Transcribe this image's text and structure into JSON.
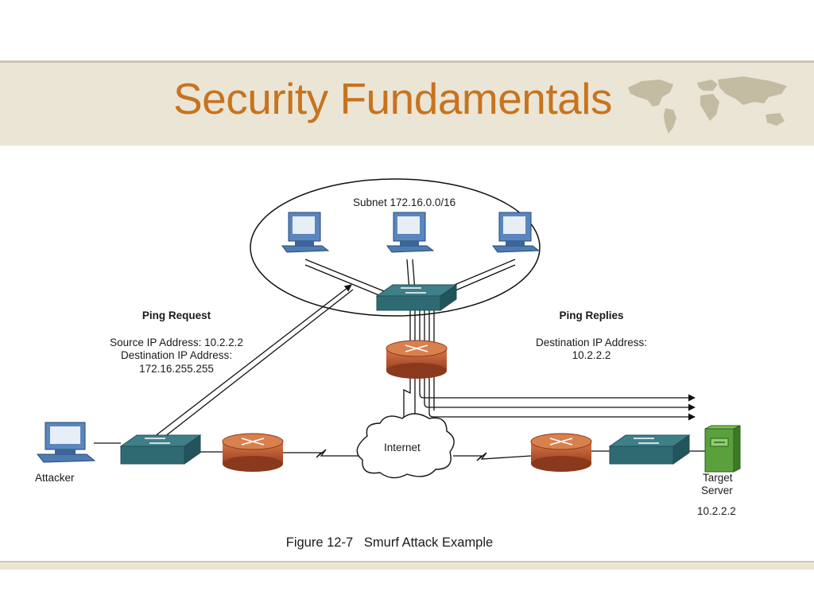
{
  "slide": {
    "title": "Security Fundamentals",
    "accent_color": "#c8731e",
    "band_color": "#ebe5d6"
  },
  "diagram": {
    "subnet_label": "Subnet 172.16.0.0/16",
    "ping_request": {
      "heading": "Ping Request",
      "line1": "Source IP Address: 10.2.2.2",
      "line2": "Destination IP Address:",
      "line3": "172.16.255.255"
    },
    "ping_replies": {
      "heading": "Ping Replies",
      "line1": "Destination IP Address:",
      "line2": "10.2.2.2"
    },
    "attacker_label": "Attacker",
    "internet_label": "Internet",
    "target": {
      "line1": "Target",
      "line2": "Server",
      "ip": "10.2.2.2"
    },
    "caption": "Figure 12-7   Smurf Attack Example",
    "icons": [
      "pc-icon",
      "switch-icon",
      "router-icon",
      "cloud-icon",
      "server-icon",
      "world-map-icon"
    ]
  }
}
